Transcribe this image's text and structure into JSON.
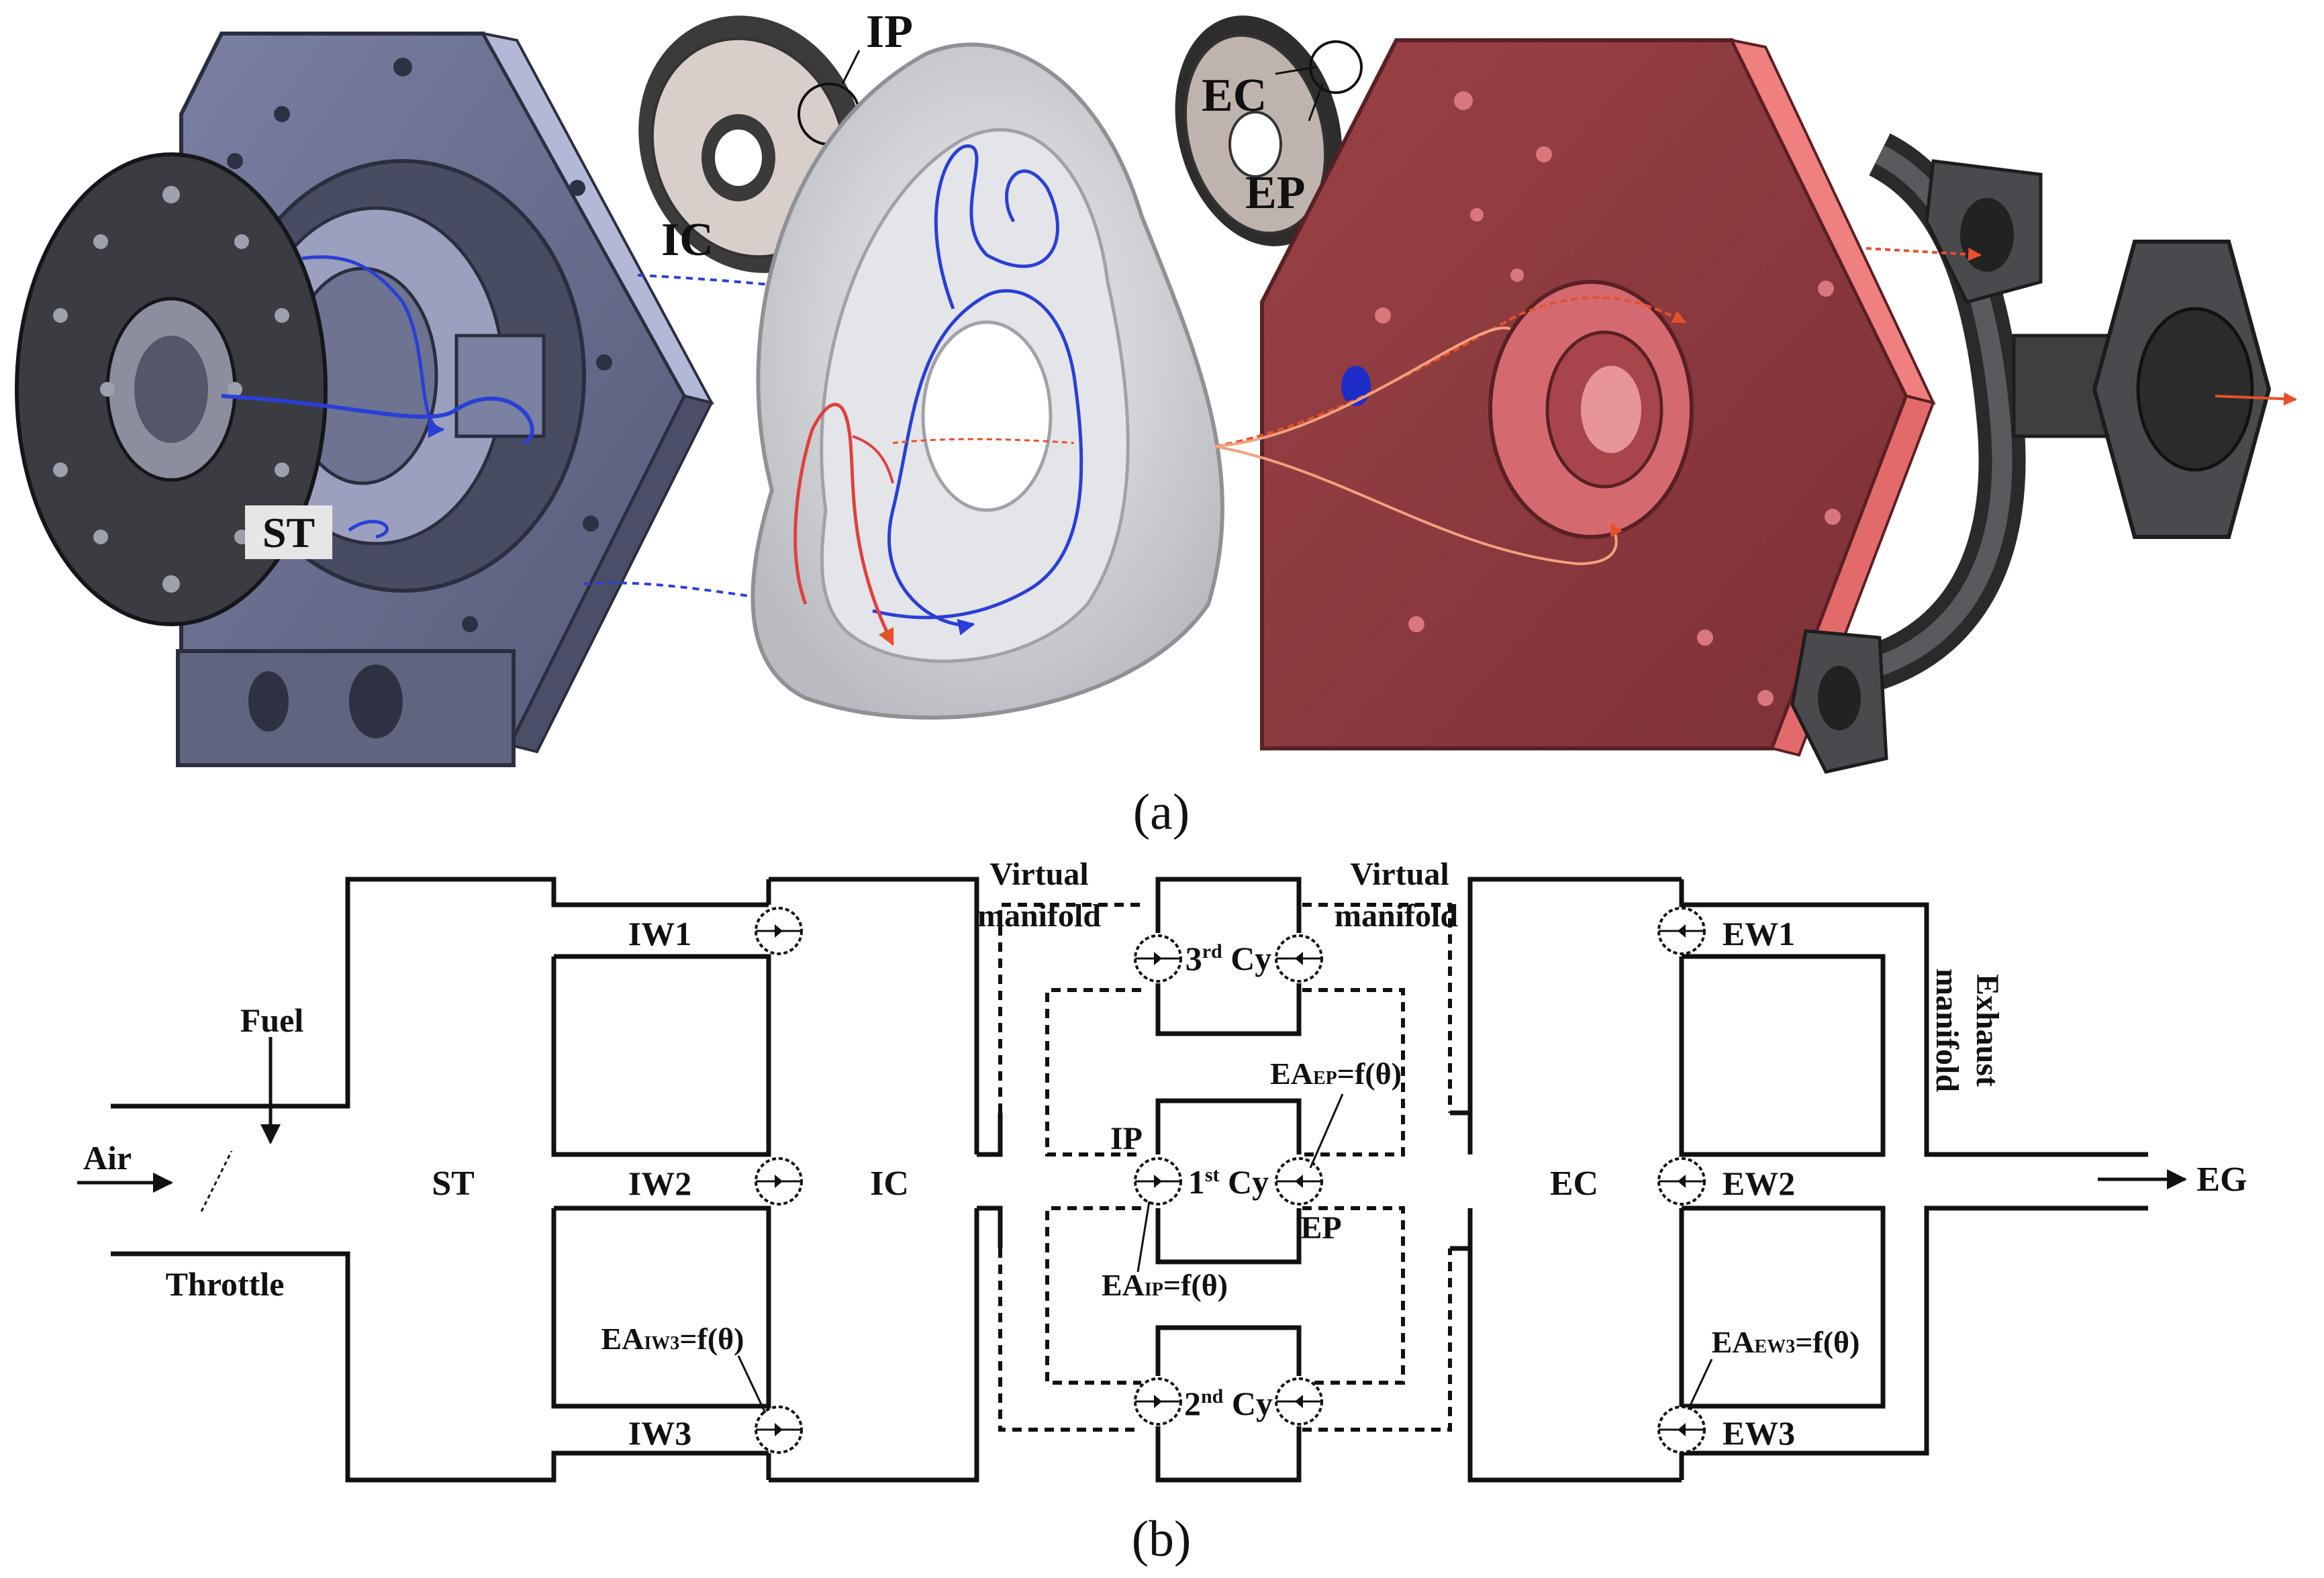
{
  "panel_a": {
    "caption": "(a)",
    "callouts": {
      "ip": "IP",
      "ic": "IC",
      "ec": "EC",
      "ep": "EP",
      "st": "ST"
    },
    "colors": {
      "intake_housing": "#6b7191",
      "rotor_housing": "#d2d4d8",
      "exhaust_housing": "#8e3b3f",
      "exhaust_pipe": "#3f3f42",
      "intake_flow": "#2a3fd6",
      "exhaust_flow": "#e8502a"
    }
  },
  "panel_b": {
    "caption": "(b)",
    "labels": {
      "fuel": "Fuel",
      "air": "Air",
      "throttle": "Throttle",
      "st": "ST",
      "iw1": "IW1",
      "iw2": "IW2",
      "iw3": "IW3",
      "ea_iw3": "EA",
      "ea_iw3_sub": "IW3",
      "ea_iw3_fn": "=f(θ)",
      "ic": "IC",
      "virtual_manifold_left_1": "Virtual",
      "virtual_manifold_left_2": "manifold",
      "virtual_manifold_right_1": "Virtual",
      "virtual_manifold_right_2": "manifold",
      "cy3_num": "3",
      "cy3_sup": "rd",
      "cy3_cy": " Cy",
      "cy1_num": "1",
      "cy1_sup": "st",
      "cy1_cy": " Cy",
      "cy2_num": "2",
      "cy2_sup": "nd",
      "cy2_cy": " Cy",
      "ip": "IP",
      "ep": "EP",
      "ea_ep": "EA",
      "ea_ep_sub": "EP",
      "ea_ep_fn": "=f(θ)",
      "ea_ip": "EA",
      "ea_ip_sub": "IP",
      "ea_ip_fn": "=f(θ)",
      "ec": "EC",
      "ew1": "EW1",
      "ew2": "EW2",
      "ew3": "EW3",
      "ea_ew3": "EA",
      "ea_ew3_sub": "EW3",
      "ea_ew3_fn": "=f(θ)",
      "exhaust_manifold_1": "Exhaust",
      "exhaust_manifold_2": "manifold",
      "eg": "EG"
    }
  }
}
